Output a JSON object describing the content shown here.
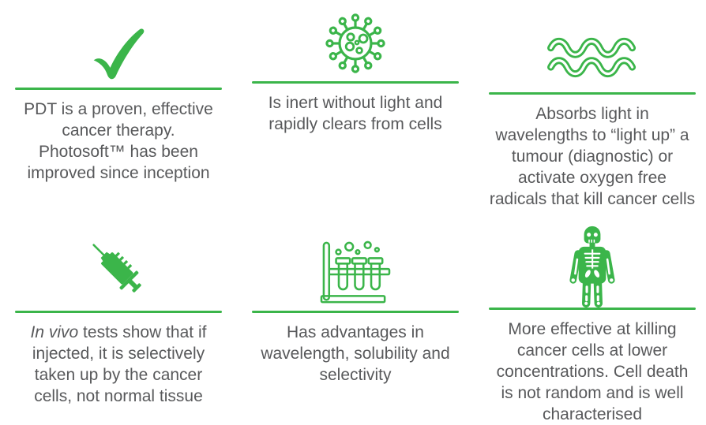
{
  "colors": {
    "accent_green": "#3bb54a",
    "caption_gray": "#58595b",
    "background": "#ffffff"
  },
  "cards": [
    {
      "id": "pdt-proven",
      "icon": "checkmark-icon",
      "text": "PDT is a proven, effective\ncancer therapy.\nPhotosoft™ has been\nimproved since inception"
    },
    {
      "id": "inert-without-light",
      "icon": "virus-icon",
      "text": "Is inert without light and\nrapidly clears from cells"
    },
    {
      "id": "absorbs-light",
      "icon": "light-waves-icon",
      "text": "Absorbs light in\nwavelengths to “light up” a\ntumour (diagnostic) or\nactivate oxygen free\nradicals that kill cancer cells"
    },
    {
      "id": "in-vivo-tests",
      "icon": "syringe-icon",
      "lead_italic": "In vivo",
      "rest": " tests show that if\ninjected, it is selectively\ntaken up by the cancer\ncells, not normal tissue"
    },
    {
      "id": "advantages",
      "icon": "test-tubes-icon",
      "text": "Has advantages in\nwavelength, solubility and\nselectivity"
    },
    {
      "id": "cell-death",
      "icon": "skeleton-icon",
      "text": "More effective at killing\ncancer cells at lower\nconcentrations. Cell death\nis not random and is well\ncharacterised"
    }
  ]
}
